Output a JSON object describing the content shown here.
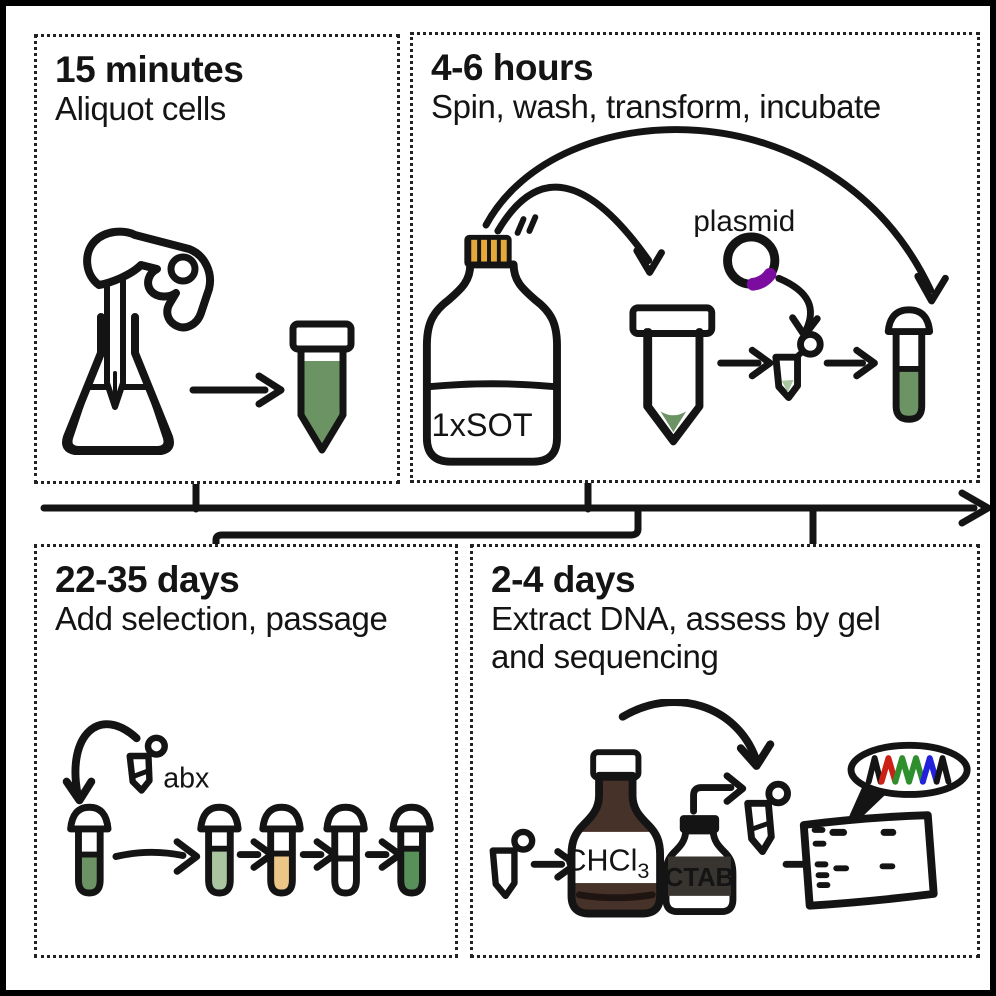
{
  "figure": {
    "type": "hand-drawn protocol timeline diagram",
    "panels_order": [
      "aliquot",
      "transform",
      "selection",
      "extract"
    ]
  },
  "panels": {
    "aliquot": {
      "duration": "15 minutes",
      "description": "Aliquot cells"
    },
    "transform": {
      "duration": "4-6 hours",
      "description": "Spin, wash, transform, incubate",
      "media_bottle_label": "1xSOT",
      "plasmid_label": "plasmid"
    },
    "selection": {
      "duration": "22-35 days",
      "description": "Add selection, passage",
      "antibiotic_label": "abx"
    },
    "extract": {
      "duration": "2-4 days",
      "description": "Extract DNA, assess by gel\nand sequencing",
      "chloroform_label": "CHCl",
      "chloroform_subscript": "3",
      "ctab_label": "CTAB"
    }
  },
  "icons": {
    "aliquot": [
      "pipettor-icon",
      "pipette-icon",
      "flask-icon",
      "arrow-right-icon",
      "capped-tube-icon"
    ],
    "transform": [
      "media-bottle-icon",
      "curved-arrow-icon",
      "capped-tube-icon",
      "plasmid-circle-icon",
      "microtube-icon",
      "round-top-tube-icon"
    ],
    "selection": [
      "curved-arrow-icon",
      "microtube-icon",
      "round-top-tube-icon",
      "arrow-right-icon"
    ],
    "extract": [
      "microtube-icon",
      "chloroform-bottle-icon",
      "ctab-bottle-icon",
      "curved-arrow-icon",
      "elbow-arrow-icon",
      "gel-icon",
      "sequence-trace-callout-icon"
    ]
  },
  "colors": {
    "ink": "#141414",
    "cell_green": "#6b9363",
    "pale_green": "#a9c6a0",
    "dark_green": "#579058",
    "media_orange": "#ecc687",
    "cap_blue": "#4a67d6",
    "plasmid_purple": "#7c0ca0",
    "bottle_cap_orange": "#e7a83b",
    "chloroform_brown": "#47322a",
    "dark_label": "#38342f",
    "bottle_cap_gray": "#3f3b39",
    "sequence_peaks": [
      "#141414",
      "#cc2016",
      "#2f8f2f",
      "#2f8f2f",
      "#2222dd",
      "#141414"
    ]
  }
}
